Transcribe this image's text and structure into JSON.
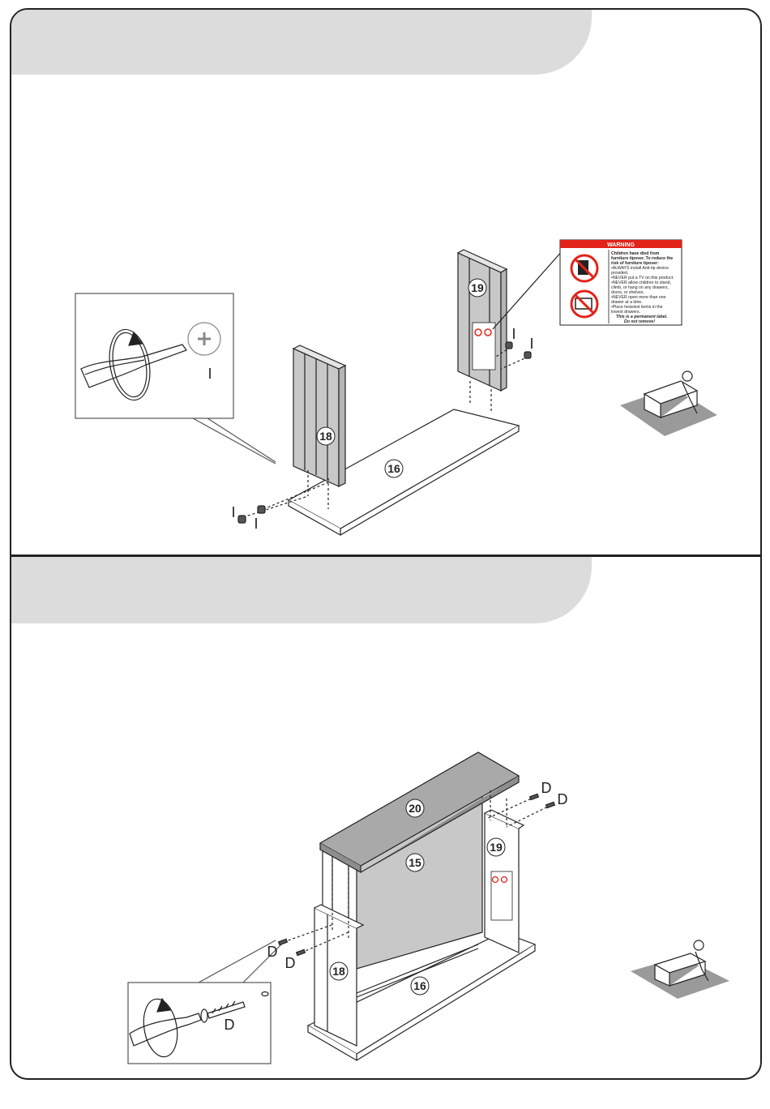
{
  "step1": {
    "parts": {
      "p19": "19",
      "p18": "18",
      "p16": "16"
    },
    "hardware": {
      "i1": "I",
      "i2": "I",
      "i3": "I",
      "i4": "I",
      "i5": "I"
    },
    "warning": {
      "title": "WARNING",
      "lines": [
        "Children have died from",
        "furniture tipover. To reduce the",
        "risk of furniture tipover:",
        "•ALWAYS install Anti-tip device",
        "  provided.",
        "•NEVER put a TV on this product.",
        "•NEVER allow children to stand,",
        "  climb, or hang on any drawers,",
        "  doors, or shelves.",
        "•NEVER open more than one",
        "  drawer at a time.",
        "•Place heaviest items in the",
        "  lowest drawers.",
        "This is a permanent label.",
        "Do not remove!"
      ],
      "accent_color": "#e2231a"
    }
  },
  "step2": {
    "parts": {
      "p20": "20",
      "p15": "15",
      "p19": "19",
      "p18": "18",
      "p16": "16"
    },
    "hardware": {
      "d1": "D",
      "d2": "D",
      "d3": "D",
      "d4": "D",
      "d5": "D"
    }
  },
  "colors": {
    "header": "#dcdcdc",
    "panel": "#c8c8c8",
    "top_panel": "#a9a9a9",
    "line": "#222222"
  }
}
